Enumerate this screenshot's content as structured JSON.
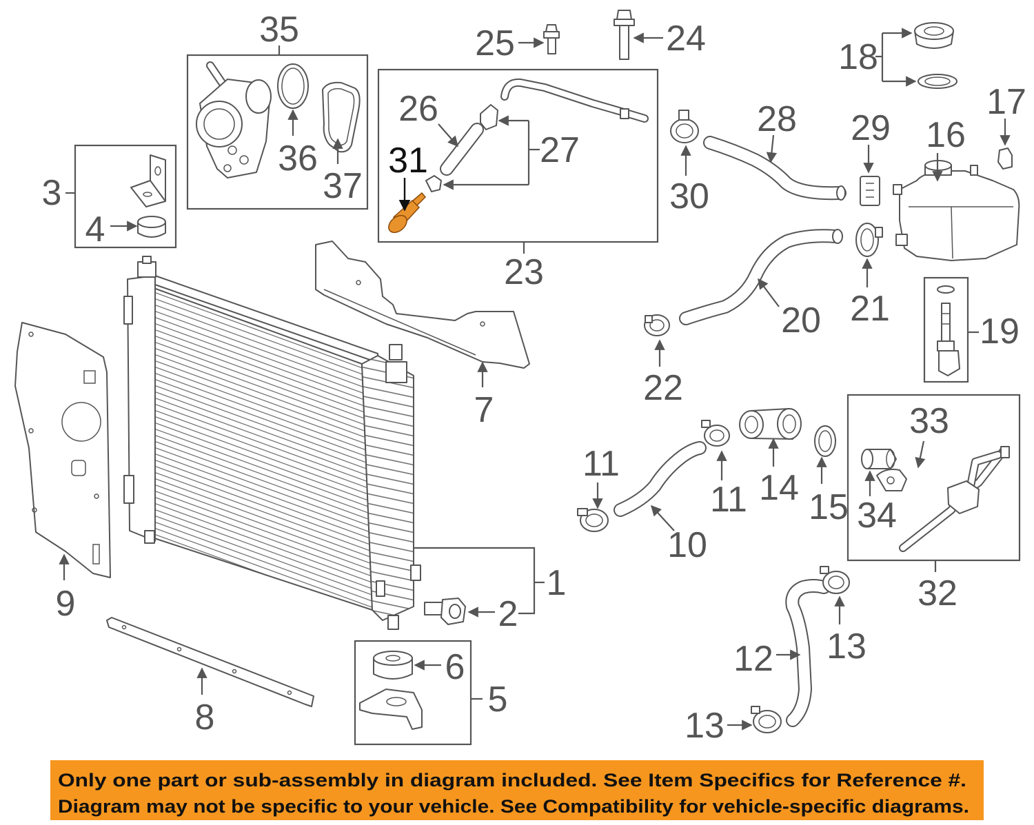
{
  "diagram": {
    "callouts": [
      "35",
      "25",
      "24",
      "18",
      "17",
      "26",
      "28",
      "29",
      "16",
      "27",
      "31",
      "36",
      "37",
      "3",
      "30",
      "4",
      "23",
      "21",
      "20",
      "19",
      "22",
      "7",
      "33",
      "11",
      "11",
      "14",
      "15",
      "34",
      "10",
      "1",
      "9",
      "32",
      "2",
      "13",
      "12",
      "6",
      "5",
      "8",
      "13"
    ],
    "highlighted_callout": "31",
    "colors": {
      "line": "#555555",
      "highlight": "#e8922c",
      "highlight_stroke": "#8a4a0c"
    }
  },
  "banner": {
    "color": "#f6961f",
    "line1": "Only one part or sub-assembly in diagram included. See Item Specifics for Reference #.",
    "line2": "Diagram may not be specific to your vehicle. See Compatibility for vehicle-specific diagrams."
  }
}
